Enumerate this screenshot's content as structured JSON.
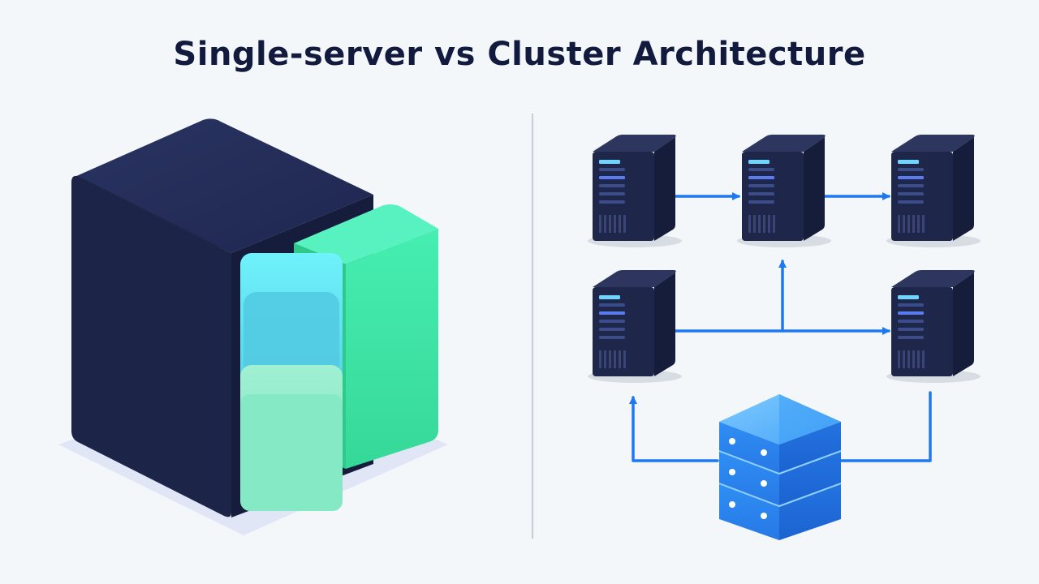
{
  "title": "Single-server vs Cluster Architecture",
  "left_panel": {
    "depicts": "single monolithic server block with internal modules"
  },
  "right_panel": {
    "depicts": "cluster of server racks connected by arrows to a shared storage stack",
    "server_count": 5,
    "storage_layers": 3
  },
  "colors": {
    "background": "#f3f7fa",
    "title": "#121a3d",
    "server_dark": "#1c2447",
    "module_cyan": "#62dff0",
    "module_mint": "#8ee9c6",
    "module_green": "#3fe0a2",
    "connector_blue": "#1f78f0",
    "storage_blue": "#2b8df3"
  }
}
